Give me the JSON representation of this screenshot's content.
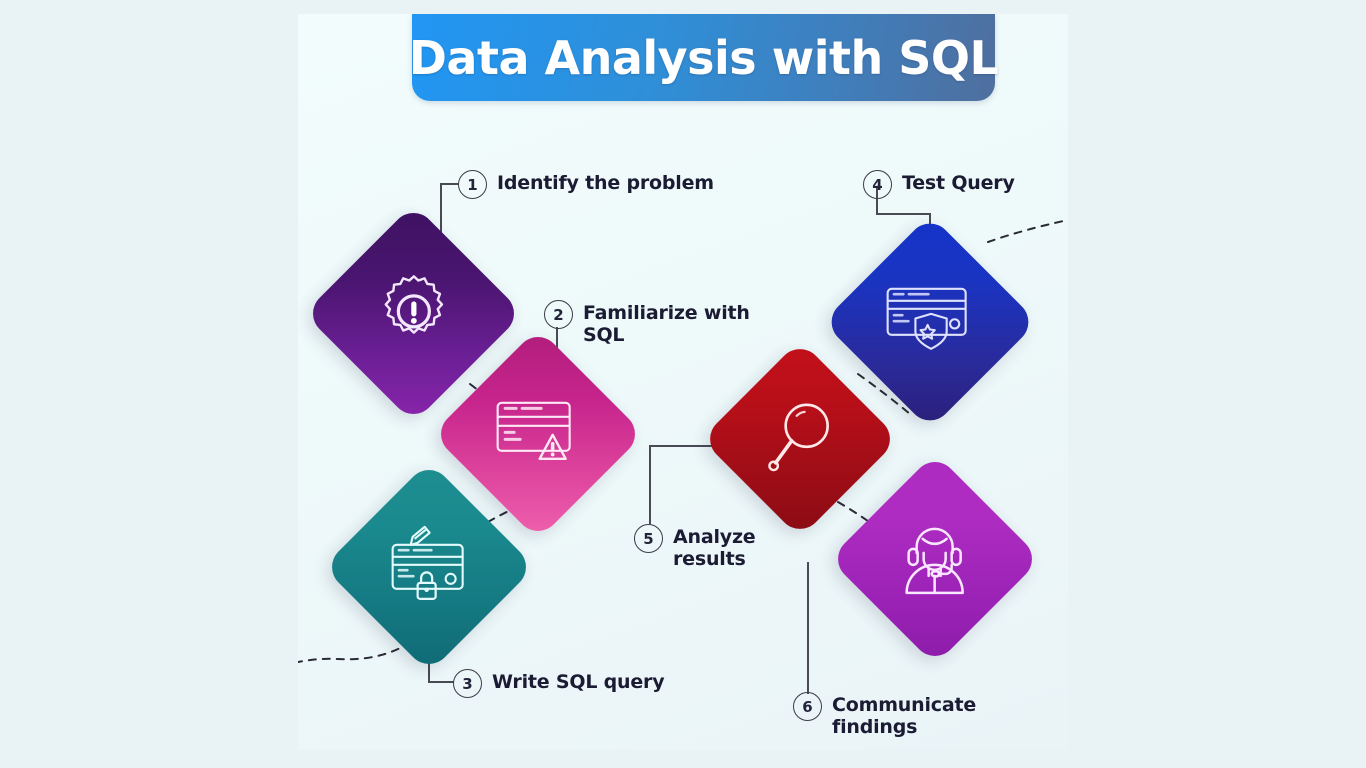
{
  "page": {
    "outer_background": "#e9f2f4",
    "canvas_background": "#f1fbfb"
  },
  "header": {
    "title": "Data Analysis with SQL",
    "banner_gradient_from": "#2196f3",
    "banner_gradient_to": "#4f6f9e",
    "title_color": "#ffffff"
  },
  "steps": [
    {
      "number": "1",
      "label": "Identify the problem",
      "icon": "gear-alert-icon",
      "color_from": "#3d1261",
      "color_to": "#8b25ad"
    },
    {
      "number": "2",
      "label": "Familiarize with\nSQL",
      "icon": "window-warning-icon",
      "color_from": "#b01c7a",
      "color_to": "#ef62ad"
    },
    {
      "number": "3",
      "label": "Write SQL query",
      "icon": "window-lock-pencil-icon",
      "color_from": "#1f8e91",
      "color_to": "#0f6a75"
    },
    {
      "number": "4",
      "label": "Test Query",
      "icon": "window-shield-star-icon",
      "color_from": "#1433c9",
      "color_to": "#2b1f78"
    },
    {
      "number": "5",
      "label": "Analyze\nresults",
      "icon": "magnifying-glass-icon",
      "color_from": "#c4101a",
      "color_to": "#8a0c14"
    },
    {
      "number": "6",
      "label": "Communicate\nfindings",
      "icon": "headset-agent-icon",
      "color_from": "#ad2bc0",
      "color_to": "#8c1ca8"
    }
  ],
  "connectors": {
    "line_color": "#4a4a55",
    "dashed_color": "#2a2a35",
    "style": "dashed-curve"
  }
}
